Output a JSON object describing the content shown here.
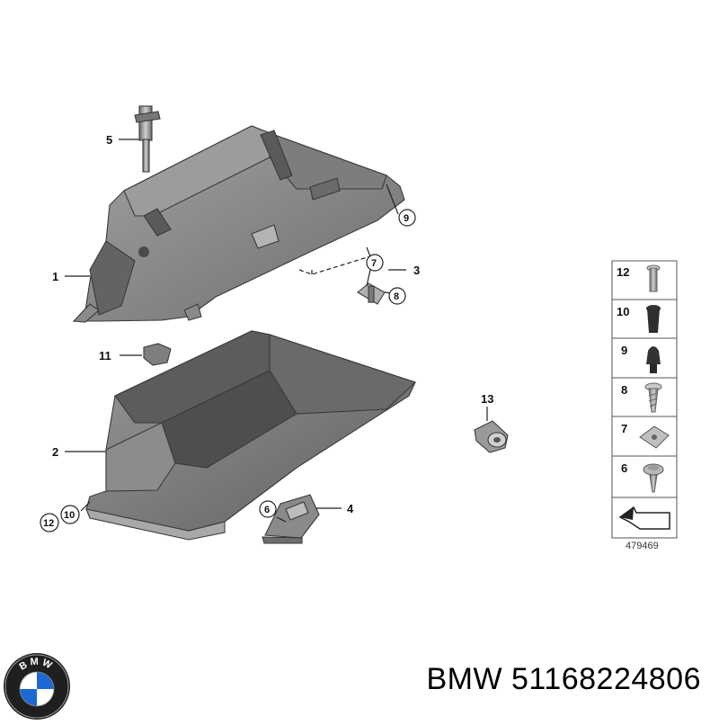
{
  "callouts": {
    "c1": "1",
    "c2": "2",
    "c3": "3",
    "c4": "4",
    "c5": "5",
    "c6": "6",
    "c7": "7",
    "c8": "8",
    "c9": "9",
    "c10": "10",
    "c11": "11",
    "c12": "12",
    "c13": "13"
  },
  "legend": {
    "items": [
      "12",
      "10",
      "9",
      "8",
      "7",
      "6"
    ],
    "code": "479469"
  },
  "footer": {
    "brand": "BMW",
    "part_number": "51168224806",
    "logo_text": "BMW"
  },
  "colors": {
    "part_fill": "#8e8e8e",
    "part_dark": "#5e5e5e",
    "part_light": "#b8b8b8",
    "logo_blue": "#1c69d4"
  }
}
